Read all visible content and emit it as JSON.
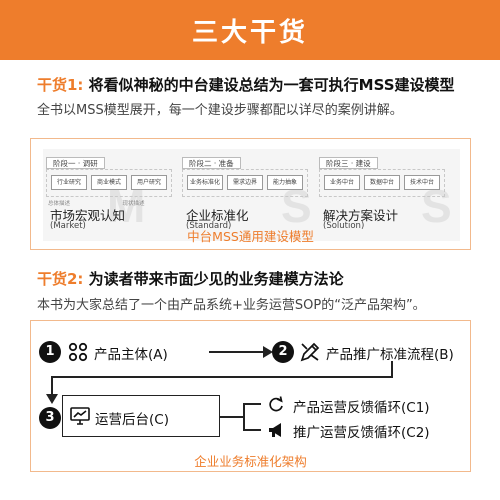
{
  "banner": {
    "title": "三大干货"
  },
  "section1": {
    "tag": "干货1:",
    "text": "将看似神秘的中台建设总结为一套可执行MSS建设模型",
    "desc": "全书以MSS模型展开，每一个建设步骤都配以详尽的案例讲解。",
    "caption": "中台MSS通用建设模型",
    "watermark": [
      "M",
      "S",
      "S"
    ],
    "stages": [
      {
        "tag": "阶段一 · 调研",
        "cells": [
          "行业研究",
          "商业模式",
          "用户研究"
        ],
        "sub": "总体描述",
        "sub2": "现状描述",
        "title": "市场宏观认知",
        "en": "(Market)"
      },
      {
        "tag": "阶段二 · 准备",
        "cells": [
          "业务标准化",
          "需求边界",
          "能力抽象"
        ],
        "title": "企业标准化",
        "en": "(Standard)"
      },
      {
        "tag": "阶段三 · 建设",
        "cells": [
          "业务中台",
          "数据中台",
          "技术中台"
        ],
        "title": "解决方案设计",
        "en": "(Solution)"
      }
    ]
  },
  "section2": {
    "tag": "干货2:",
    "text": "为读者带来市面少见的业务建模方法论",
    "desc": "本书为大家总结了一个由产品系统+业务运营SOP的“泛产品架构”。",
    "caption": "企业业务标准化架构",
    "nodes": {
      "n1": {
        "num": "1",
        "label": "产品主体(A)"
      },
      "n2": {
        "num": "2",
        "label": "产品推广标准流程(B)"
      },
      "n3": {
        "num": "3",
        "label": "运营后台(C)"
      },
      "c1": {
        "label": "产品运营反馈循环(C1)"
      },
      "c2": {
        "label": "推广运营反馈循环(C2)"
      }
    }
  },
  "colors": {
    "accent": "#ee7d2c",
    "frame": "#f2b98c",
    "ink": "#111111"
  }
}
